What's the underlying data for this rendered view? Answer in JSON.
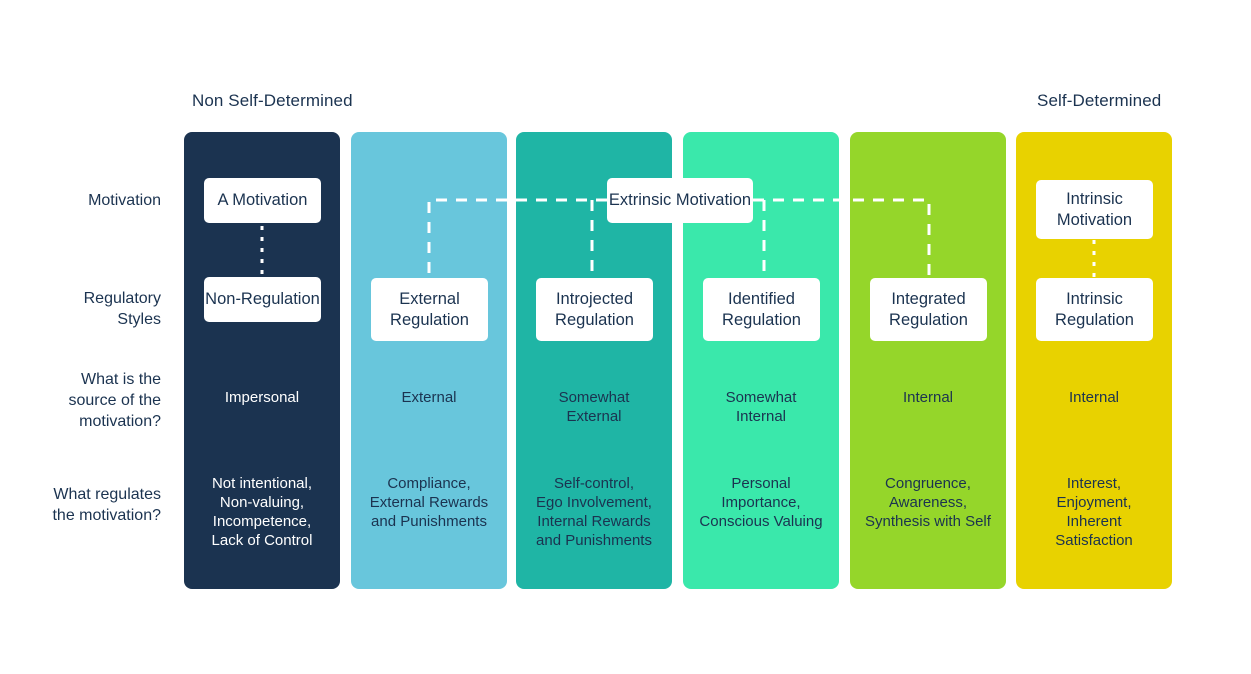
{
  "axis": {
    "left_label": "Non Self-Determined",
    "right_label": "Self-Determined"
  },
  "row_labels": {
    "motivation": "Motivation",
    "regulatory_styles": "Regulatory\nStyles",
    "source": "What is the\nsource of the\nmotivation?",
    "regulates": "What regulates\nthe motivation?"
  },
  "spanning": {
    "extrinsic_motivation": "Extrinsic Motivation"
  },
  "colors": {
    "text_dark": "#1b3350",
    "text_light": "#ffffff",
    "chip_bg": "#ffffff",
    "connector": "#ffffff",
    "column_1": "#1b3350",
    "column_2": "#68c6dc",
    "column_3": "#1fb5a5",
    "column_4": "#3ae8ab",
    "column_5": "#95d62a",
    "column_6": "#e8d200"
  },
  "columns": [
    {
      "key": "amotivation",
      "color": "#1b3350",
      "motivation": "A Motivation",
      "regulation": "Non-Regulation",
      "source": "Impersonal",
      "regulates": "Not intentional,\nNon-valuing,\nIncompetence,\nLack of Control",
      "text_on_dark": true
    },
    {
      "key": "external",
      "color": "#68c6dc",
      "motivation": "",
      "regulation": "External\nRegulation",
      "source": "External",
      "regulates": "Compliance,\nExternal Rewards\nand Punishments",
      "text_on_dark": false
    },
    {
      "key": "introjected",
      "color": "#1fb5a5",
      "motivation": "",
      "regulation": "Introjected\nRegulation",
      "source": "Somewhat\nExternal",
      "regulates": "Self-control,\nEgo Involvement,\nInternal Rewards\nand Punishments",
      "text_on_dark": false
    },
    {
      "key": "identified",
      "color": "#3ae8ab",
      "motivation": "",
      "regulation": "Identified\nRegulation",
      "source": "Somewhat\nInternal",
      "regulates": "Personal\nImportance,\nConscious Valuing",
      "text_on_dark": false
    },
    {
      "key": "integrated",
      "color": "#95d62a",
      "motivation": "",
      "regulation": "Integrated\nRegulation",
      "source": "Internal",
      "regulates": "Congruence,\nAwareness,\nSynthesis with Self",
      "text_on_dark": false
    },
    {
      "key": "intrinsic",
      "color": "#e8d200",
      "motivation": "Intrinsic\nMotivation",
      "regulation": "Intrinsic\nRegulation",
      "source": "Internal",
      "regulates": "Interest,\nEnjoyment,\nInherent\nSatisfaction",
      "text_on_dark": false
    }
  ]
}
